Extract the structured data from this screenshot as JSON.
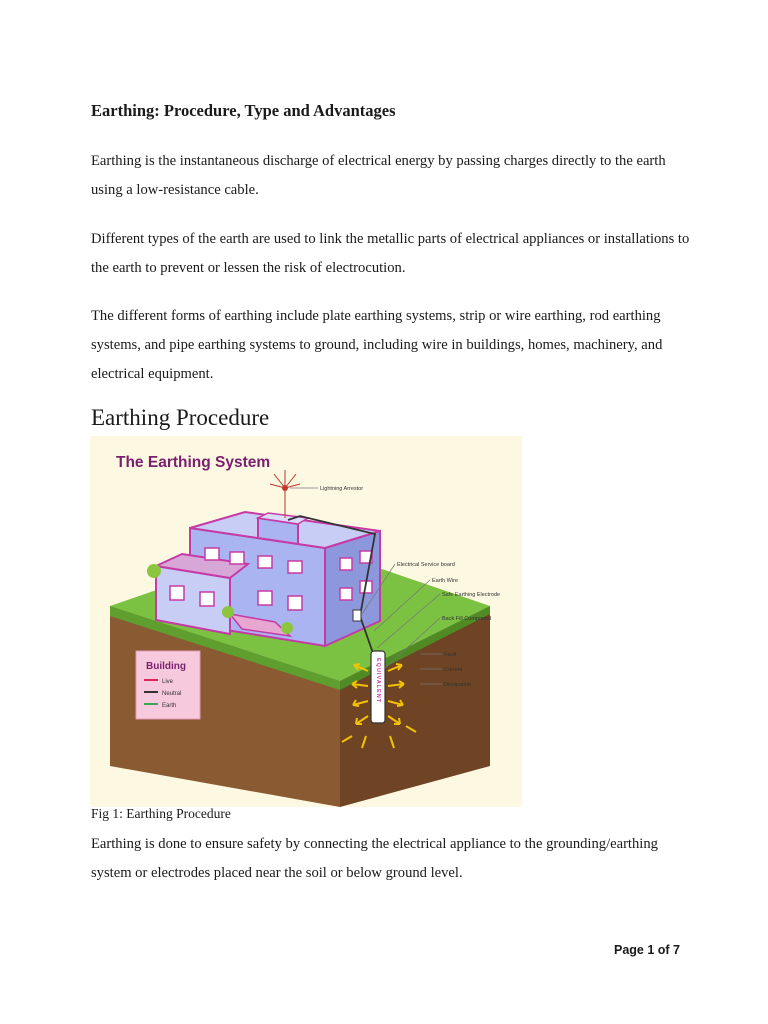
{
  "document": {
    "title": "Earthing: Procedure, Type and Advantages",
    "paragraphs": [
      "Earthing is the instantaneous discharge of electrical energy by passing charges directly to the earth using a low-resistance cable.",
      "Different types of the earth are used to link the metallic parts of electrical appliances or installations to the earth to prevent or lessen the risk of electrocution.",
      "The different forms of earthing include plate earthing systems, strip or wire earthing, rod earthing systems, and pipe earthing systems to ground, including wire in buildings, homes, machinery, and electrical equipment."
    ],
    "section_heading": "Earthing Procedure",
    "caption": "Fig 1: Earthing Procedure",
    "after_figure_paragraph": "Earthing is done to ensure safety by connecting the electrical appliance to the grounding/earthing system or electrodes placed near the soil or below ground level.",
    "page_number": "Page 1 of 7"
  },
  "figure": {
    "title": "The Earthing System",
    "labels": {
      "lightning_arrestor": "Lightning Arrestor",
      "service_board": "Electrical Service board",
      "earth_wire": "Earth Wire",
      "safe_electrode": "Safe Earthing Electrode",
      "back_fill": "Back Fill Compound",
      "fault": "Fault",
      "current": "Current",
      "dissipation": "Dissipation"
    },
    "legend": {
      "title": "Building",
      "items": [
        {
          "label": "Live",
          "color": "#e0245e"
        },
        {
          "label": "Neutral",
          "color": "#333333"
        },
        {
          "label": "Earth",
          "color": "#3aa655"
        }
      ]
    },
    "electrode_text": "EQUIVALENT",
    "colors": {
      "title": "#7a1f6e",
      "building": "#a9b4f0",
      "trim": "#c63aa6",
      "grass": "#7cc242",
      "soil": "#8a5a32",
      "legend_bg": "#f7c9dc",
      "background": "#fdf8e1"
    }
  }
}
